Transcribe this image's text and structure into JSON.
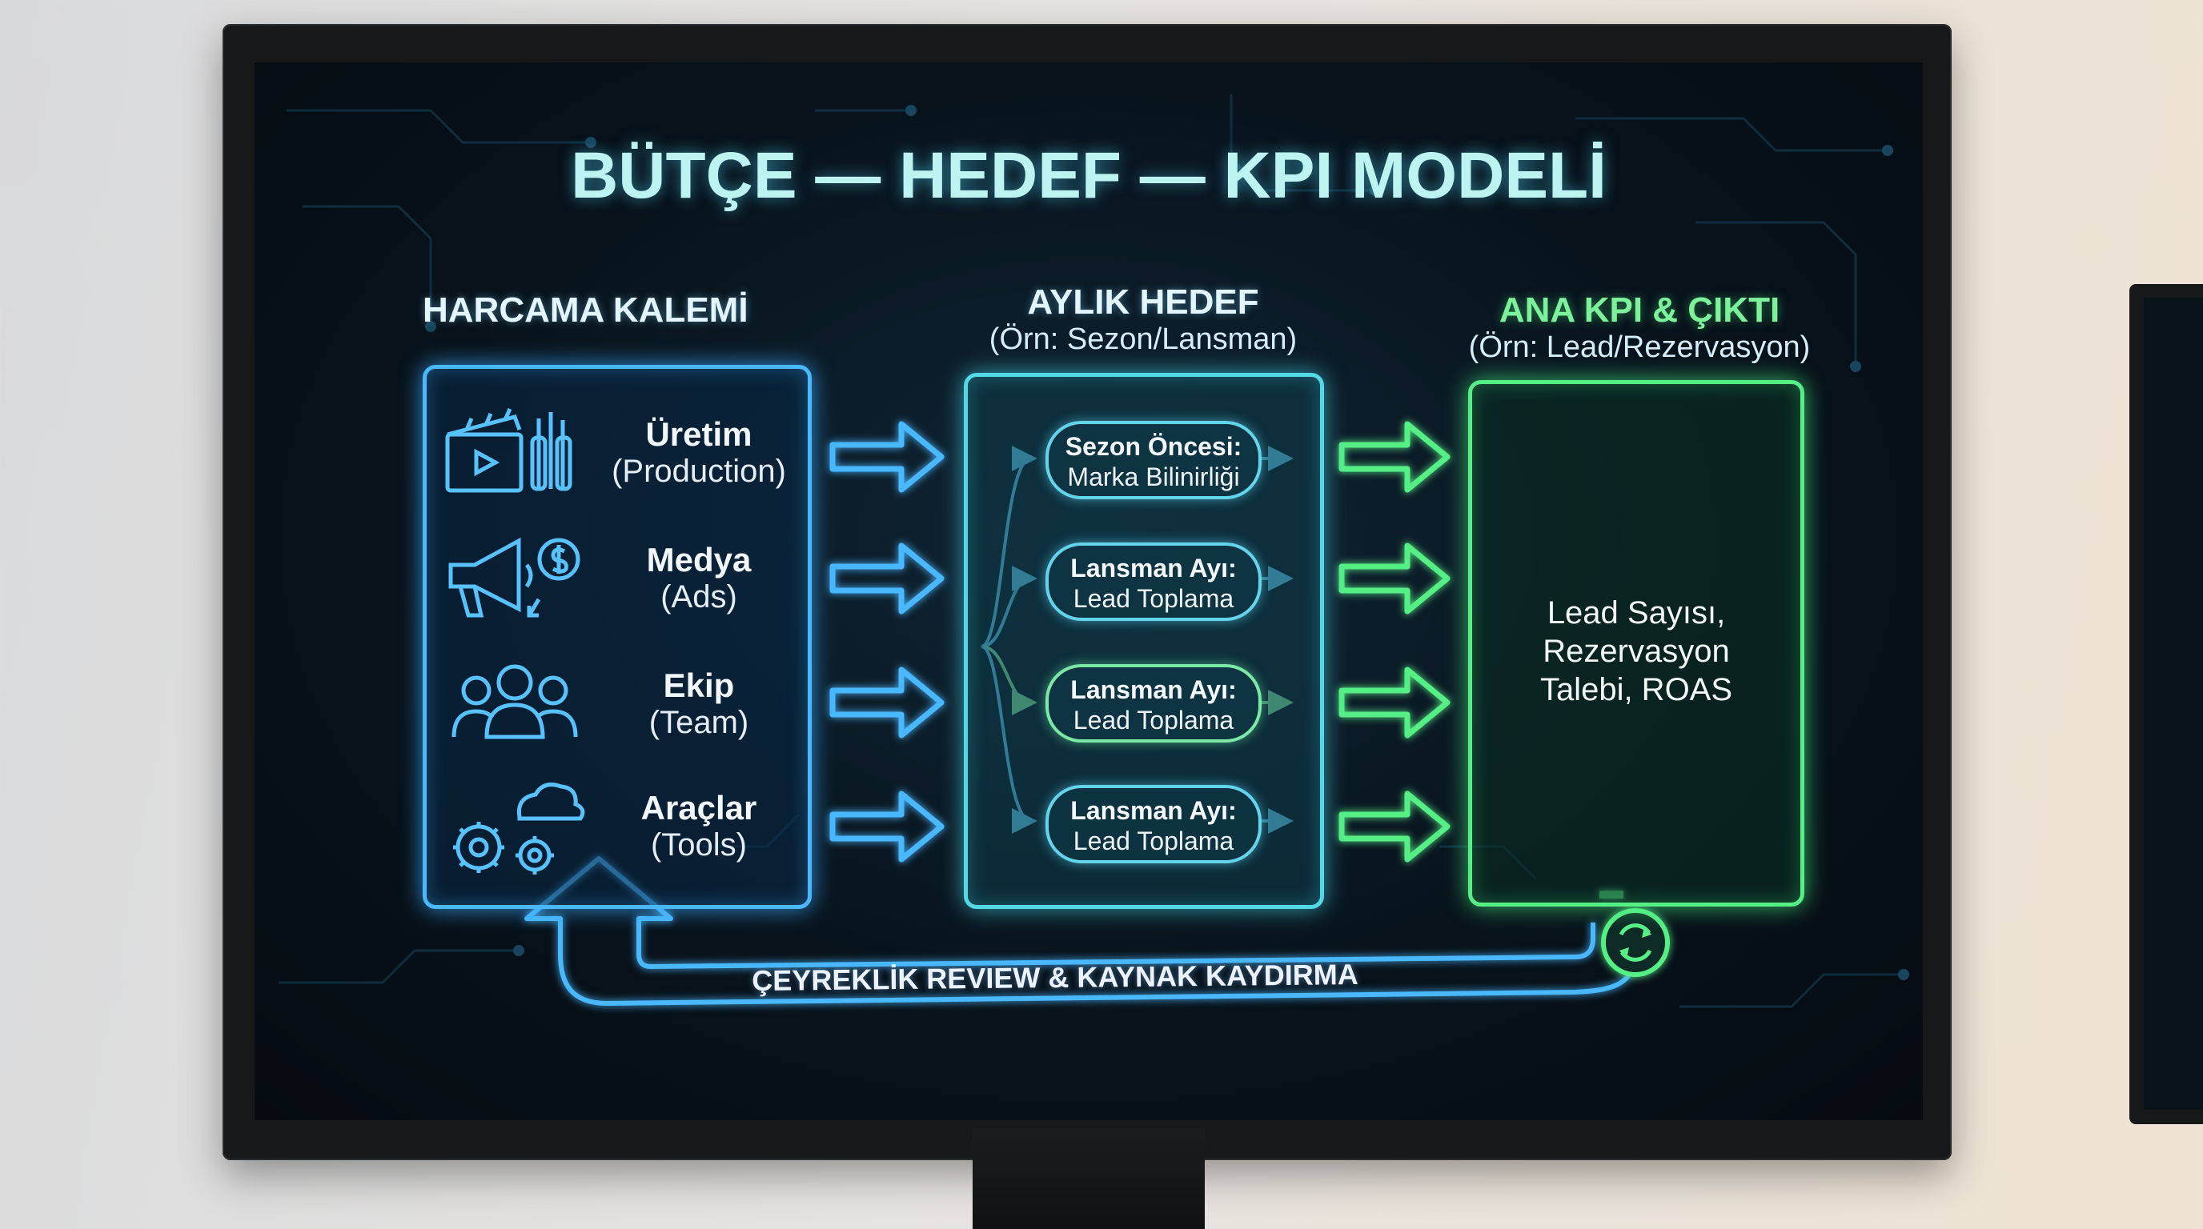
{
  "title": "BÜTÇE — HEDEF — KPI MODELİ",
  "columns": {
    "spend": {
      "heading": "HARCAMA KALEMİ"
    },
    "target": {
      "heading": "AYLIK HEDEF",
      "subheading": "(Örn: Sezon/Lansman)"
    },
    "kpi": {
      "heading": "ANA KPI & ÇIKTI",
      "subheading": "(Örn: Lead/Rezervasyon)"
    }
  },
  "spend_items": [
    {
      "name": "Üretim",
      "sub": "(Production)",
      "icon": "clapperboard-icon"
    },
    {
      "name": "Medya",
      "sub": "(Ads)",
      "icon": "megaphone-icon"
    },
    {
      "name": "Ekip",
      "sub": "(Team)",
      "icon": "team-icon"
    },
    {
      "name": "Araçlar",
      "sub": "(Tools)",
      "icon": "gears-cloud-icon"
    }
  ],
  "targets": [
    {
      "top": "Sezon Öncesi:",
      "bottom": "Marka Bilinirliği"
    },
    {
      "top": "Lansman Ayı:",
      "bottom": "Lead Toplama"
    },
    {
      "top": "Lansman Ayı:",
      "bottom": "Lead Toplama"
    },
    {
      "top": "Lansman Ayı:",
      "bottom": "Lead Toplama"
    }
  ],
  "kpi_lines": [
    "Lead Sayısı,",
    "Rezervasyon",
    "Talebi, ROAS"
  ],
  "feedback": {
    "label": "ÇEYREKLİK REVIEW & KAYNAK KAYDIRMA",
    "icon": "refresh-cycle-icon"
  },
  "colors": {
    "blue": "#4ab8ff",
    "cyan": "#53d8e6",
    "green": "#56ef86",
    "background": "#08131c"
  }
}
